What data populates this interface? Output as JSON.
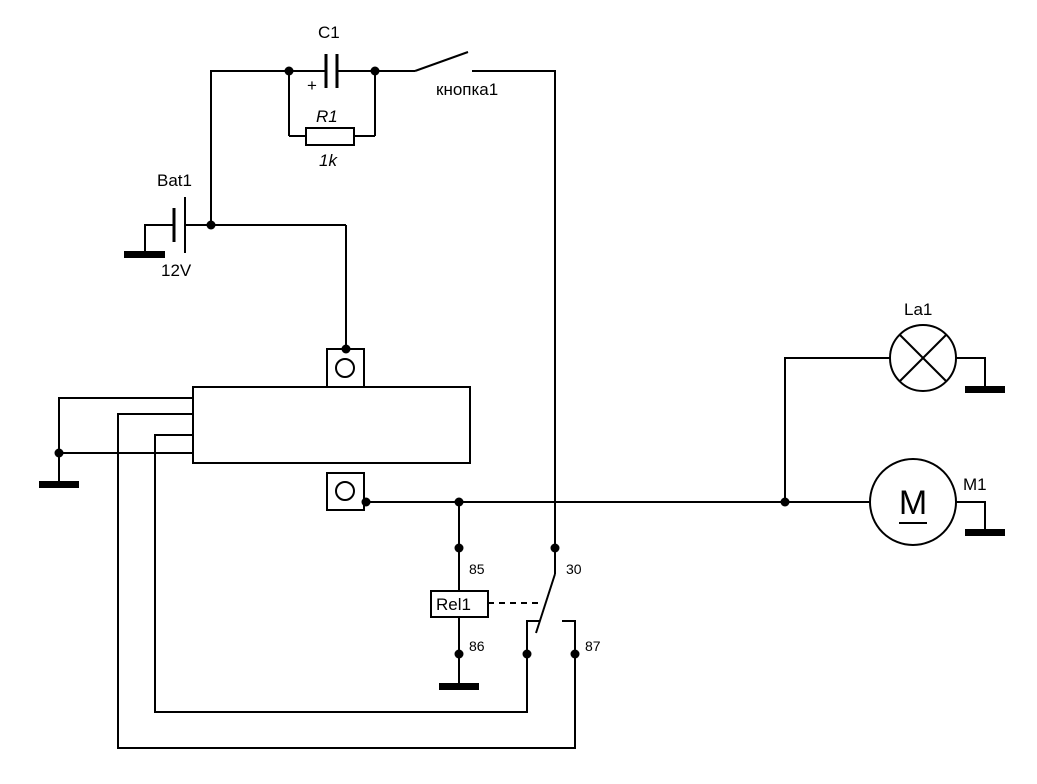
{
  "labels": {
    "c1": "C1",
    "c1_polarity": "+",
    "button": "кнопка1",
    "r1": "R1",
    "r1_value": "1k",
    "bat1": "Bat1",
    "bat1_voltage": "12V",
    "la1": "La1",
    "m1": "M1",
    "motor_symbol": "M",
    "relay": "Rel1",
    "pin85": "85",
    "pin86": "86",
    "pin30": "30",
    "pin87": "87"
  }
}
